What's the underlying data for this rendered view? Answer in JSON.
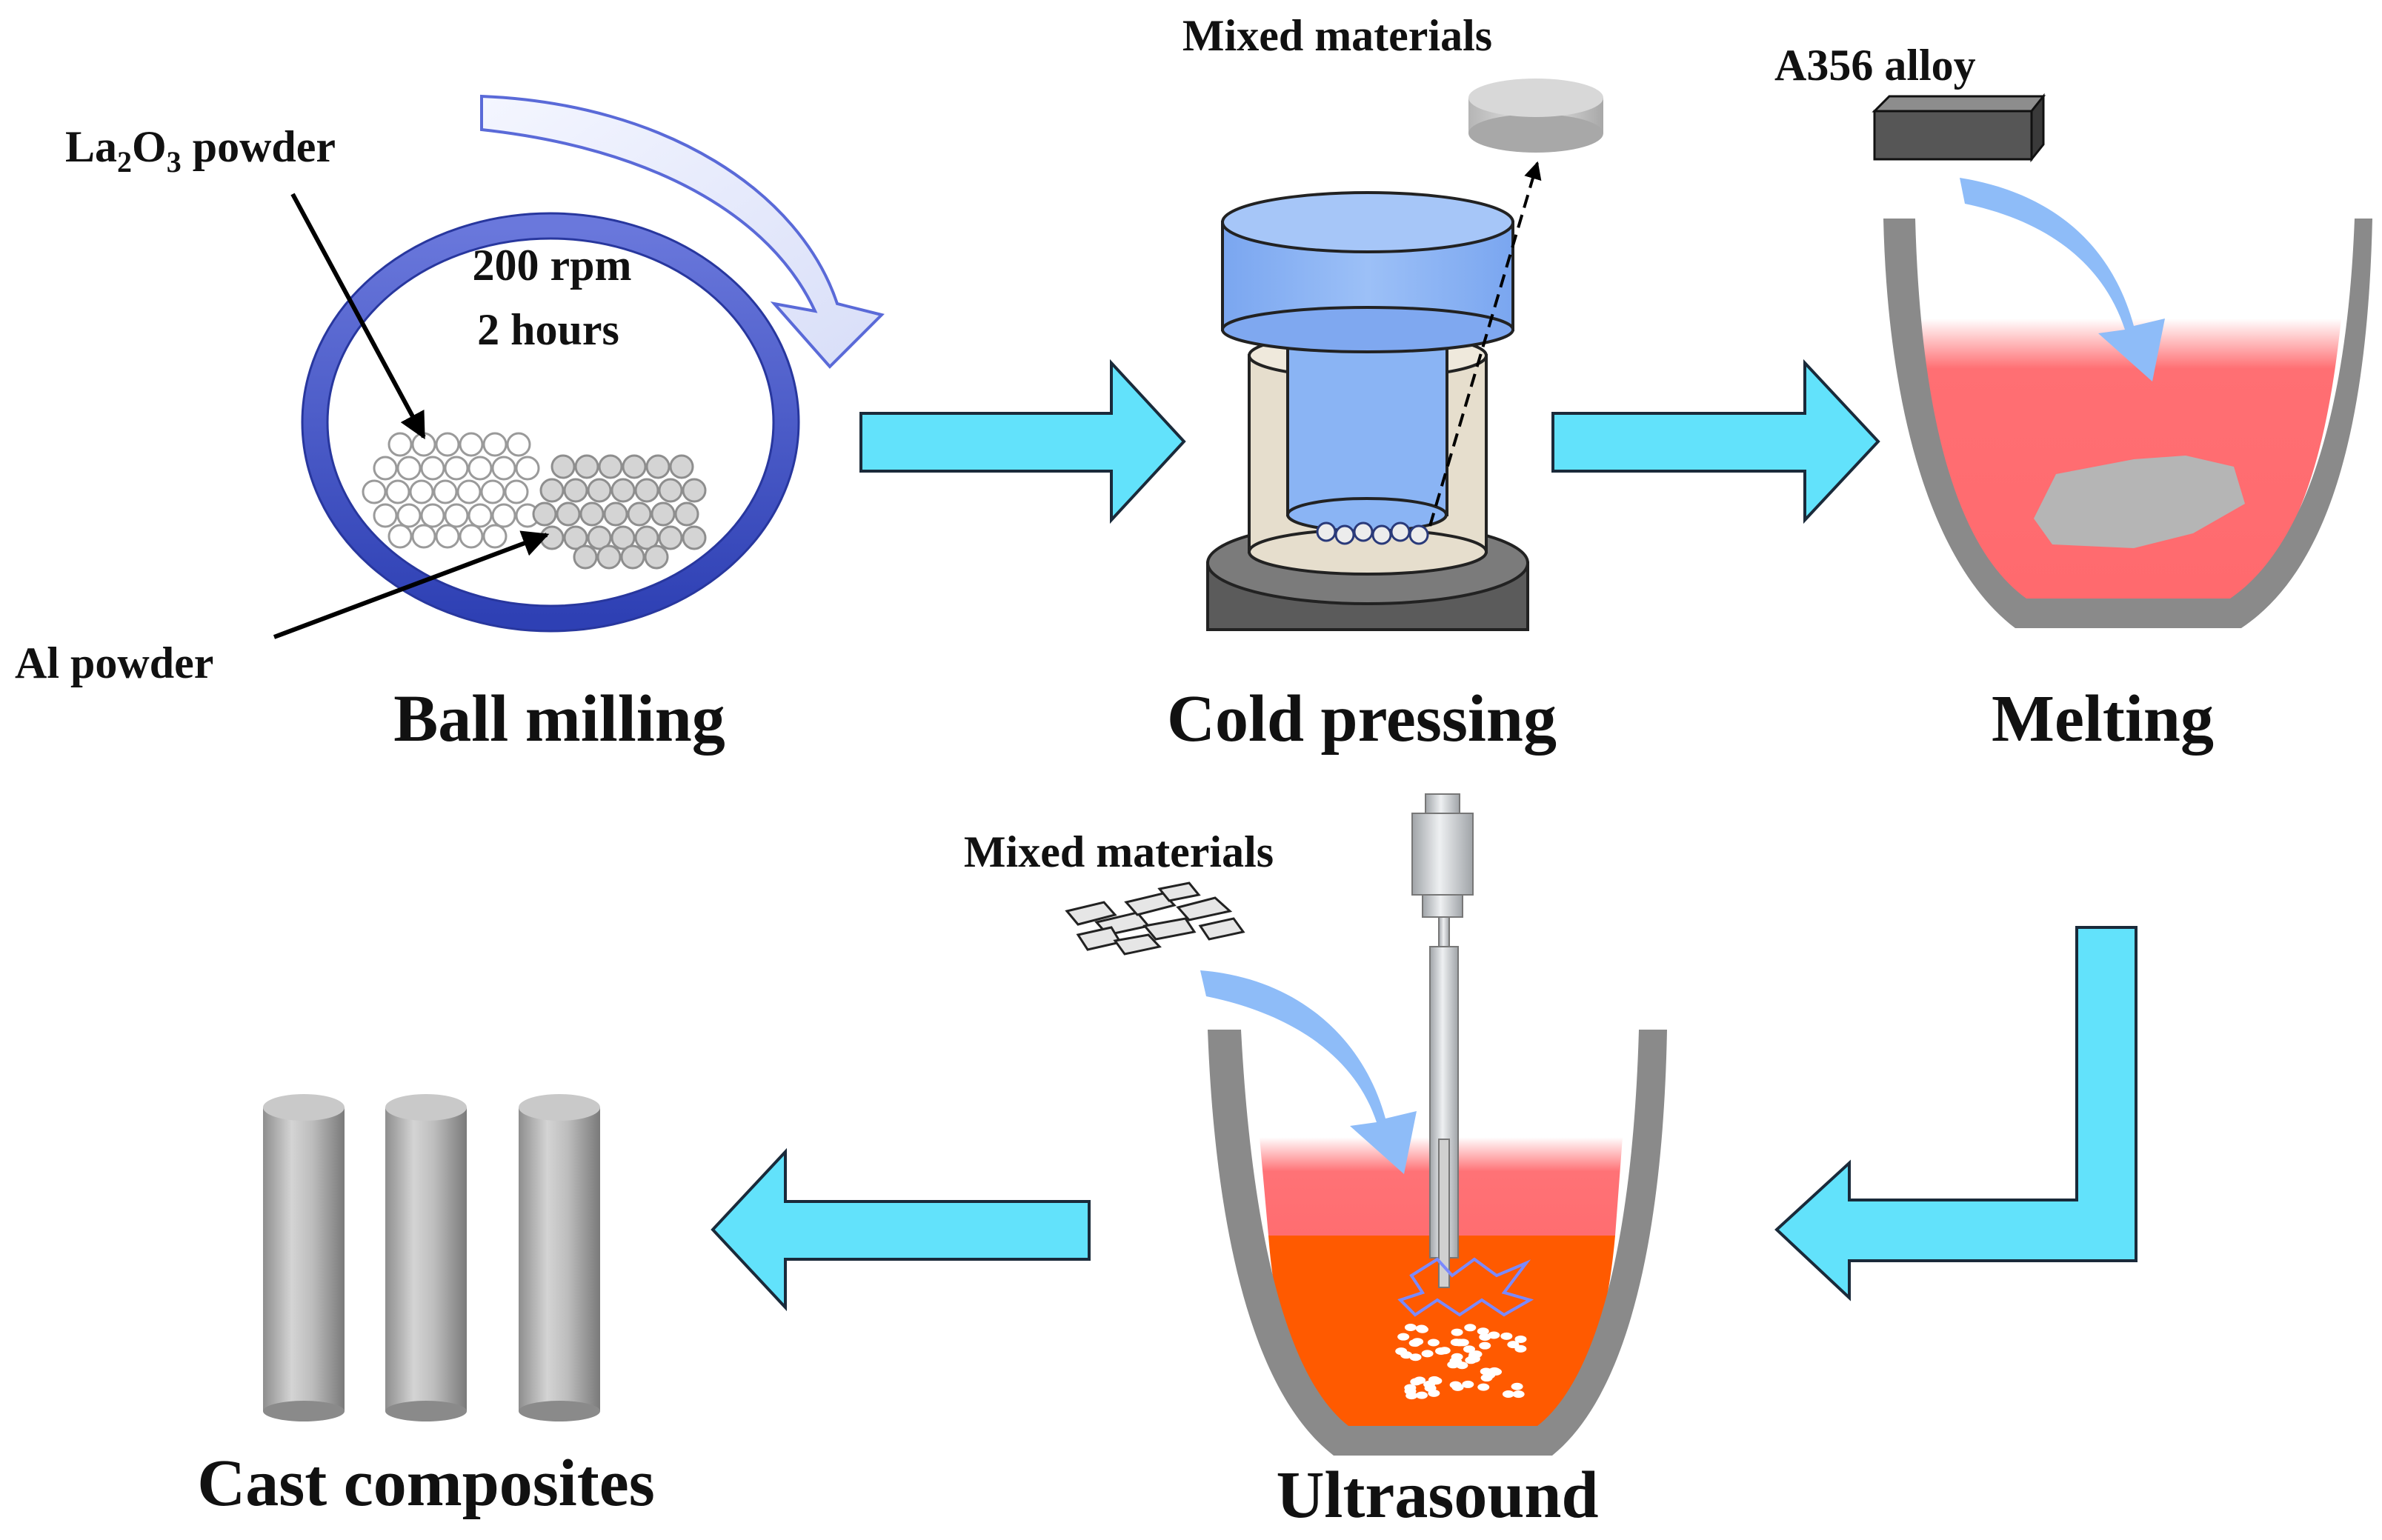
{
  "stages": {
    "ball_milling": "Ball milling",
    "cold_pressing": "Cold pressing",
    "melting": "Melting",
    "ultrasound": "Ultrasound",
    "cast_composites": "Cast composites"
  },
  "labels": {
    "la2o3_main": "La",
    "la2o3_sub1": "2",
    "la2o3_mid": "O",
    "la2o3_sub2": "3",
    "la2o3_tail": " powder",
    "al_powder": "Al powder",
    "speed": "200 rpm",
    "duration": "2 hours",
    "mixed_materials_top": "Mixed materials",
    "a356_alloy": "A356 alloy",
    "mixed_materials_bottom": "Mixed materials"
  },
  "colors": {
    "flow_arrow": "#62e2fb",
    "jar_ring": "#3c4fc0",
    "press_blue": "#8ab4f4",
    "crucible_gray": "#8a8a8a",
    "melt_pink": "#ff6f73",
    "melt_orange": "#ff5a00",
    "pour_arrow": "#8ebcf8"
  }
}
